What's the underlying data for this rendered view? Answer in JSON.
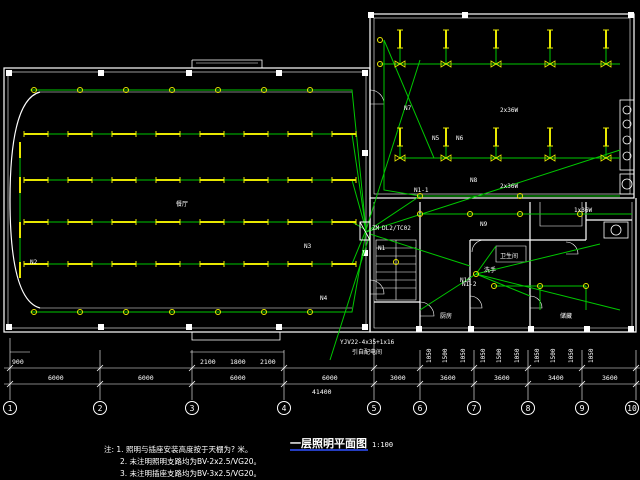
{
  "drawing": {
    "title": "一层照明平面图",
    "scale": "1:100",
    "colors": {
      "background": "#000000",
      "walls": "#ffffff",
      "wiring": "#00c800",
      "fixtures": "#e8e800",
      "text": "#ffffff"
    }
  },
  "notes": {
    "line1": "注: 1. 照明与插座安装高度按于天棚为? 米。",
    "line2": "2. 未注明照明支路均为BV-2x2.5/VG20。",
    "line3": "3. 未注明插座支路均为BV-3x2.5/VG20。"
  },
  "axes": {
    "labels": [
      "1",
      "2",
      "3",
      "4",
      "5",
      "6",
      "7",
      "8",
      "9",
      "10"
    ],
    "spans": [
      "6000",
      "6000",
      "6000",
      "6000",
      "3000",
      "3600",
      "3600",
      "3400",
      "3600"
    ],
    "sub_spans_left": [
      "2100",
      "1800",
      "2100"
    ],
    "sub_spans_right": [
      "1050",
      "1500",
      "1050",
      "1050",
      "1500",
      "1050",
      "1050",
      "1500",
      "1050",
      "1050"
    ],
    "left_small": "900",
    "total": "41400"
  },
  "labels": {
    "hall": "餐厅",
    "panel": "ZM",
    "panel_mark": "DL2/TC02",
    "cable": "YJV22-4x35+1x16",
    "cable_note": "引自配电间",
    "room_a": "厨房",
    "room_b": "储藏",
    "room_c": "卫生间",
    "circuit_n1": "N1",
    "circuit_n2": "N2",
    "circuit_n3": "N3",
    "circuit_n4": "N4",
    "circuit_n5": "N5",
    "circuit_n6": "N6",
    "circuit_n7": "N7",
    "circuit_n8": "N8",
    "circuit_n9": "N9",
    "circuit_n10": "N10",
    "kit_a": "2x36W",
    "kit_b": "2x36W",
    "kit_c": "1x36W",
    "wash": "洗手",
    "small_mark": "N1-1",
    "small_mark2": "N1-2"
  }
}
